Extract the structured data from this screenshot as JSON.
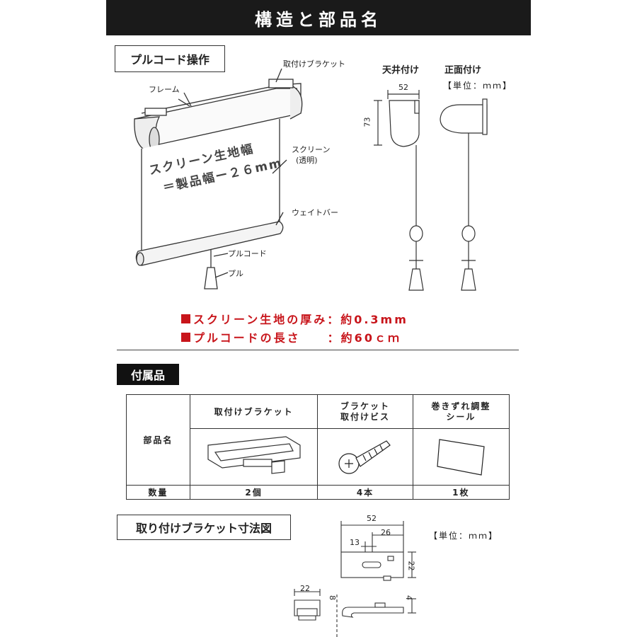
{
  "page_title": "構造と部品名",
  "structure": {
    "section_label": "プルコード操作",
    "labels": {
      "bracket": "取付けブラケット",
      "frame": "フレーム",
      "screen": "スクリーン",
      "screen_sub": "(透明)",
      "weight_bar": "ウェイトバー",
      "pull_cord": "プルコード",
      "pull": "プル"
    },
    "screen_text_line1": "スクリーン生地幅",
    "screen_text_line2": "＝製品幅ー２６mm"
  },
  "mounting": {
    "ceiling_label": "天井付け",
    "front_label": "正面付け",
    "unit": "【単位：ｍｍ】",
    "width": "52",
    "height": "73"
  },
  "notes": [
    "スクリーン生地の厚み：約0.3mm",
    "プルコードの長さ　　：約60ｃｍ"
  ],
  "accessories": {
    "section_label": "付属品",
    "row_header": "部品名",
    "qty_header": "数量",
    "columns": [
      {
        "name": "取付けブラケット",
        "qty": "2個"
      },
      {
        "name_line1": "ブラケット",
        "name_line2": "取付けビス",
        "qty": "4本"
      },
      {
        "name_line1": "巻きずれ調整",
        "name_line2": "シール",
        "qty": "1枚"
      }
    ]
  },
  "bracket_dims": {
    "section_label": "取り付けブラケット寸法図",
    "unit": "【単位：ｍｍ】",
    "dims": [
      "52",
      "26",
      "13",
      "22",
      "22",
      "8",
      "4"
    ]
  },
  "colors": {
    "title_bg": "#1a1a1a",
    "accent_red": "#c8151b"
  }
}
